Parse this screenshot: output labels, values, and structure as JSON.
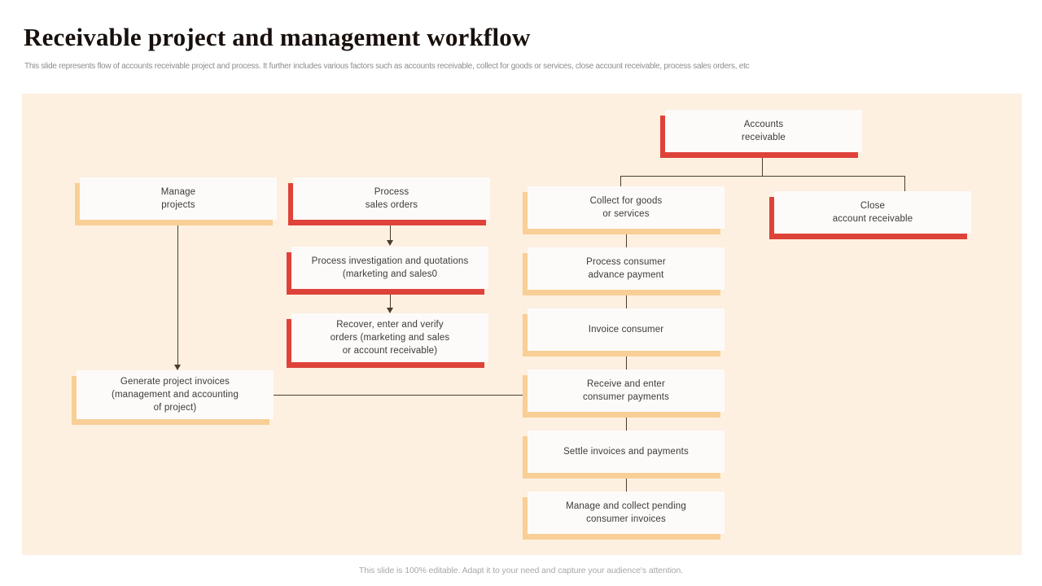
{
  "header": {
    "title": "Receivable project and management workflow",
    "subtitle": "This slide represents flow of accounts receivable project and process. It further includes various factors such as accounts receivable, collect for goods or services, close account receivable, process sales orders, etc"
  },
  "footer": {
    "note": "This slide is 100% editable. Adapt it to your need and capture your audience's attention."
  },
  "colors": {
    "panel_background": "#FDF0E0",
    "card_background": "#FDFBF9",
    "accent_red": "#DE4239",
    "accent_tan": "#F8CF96",
    "connector": "#4A3C30",
    "title_text": "#18100C",
    "body_text": "#3B3B3B",
    "muted_text": "#8D8D8D"
  },
  "nodes": {
    "accounts_receivable": {
      "label": "Accounts\nreceivable",
      "accent": "accent_red"
    },
    "manage_projects": {
      "label": "Manage\nprojects",
      "accent": "accent_tan"
    },
    "process_sales_orders": {
      "label": "Process\nsales orders",
      "accent": "accent_red"
    },
    "process_investigation": {
      "label": "Process investigation  and  quotations\n(marketing  and  sales0",
      "accent": "accent_red"
    },
    "recover_enter_verify": {
      "label": "Recover,  enter  and verify\norders (marketing  and  sales\nor account receivable)",
      "accent": "accent_red"
    },
    "generate_project_invoices": {
      "label": "Generate  project invoices\n(management  and  accounting\nof project)",
      "accent": "accent_tan"
    },
    "collect_for_goods": {
      "label": "Collect for goods\nor services",
      "accent": "accent_tan"
    },
    "close_account_receivable": {
      "label": "Close\naccount receivable",
      "accent": "accent_red"
    },
    "process_consumer_advance": {
      "label": "Process consumer\nadvance  payment",
      "accent": "accent_tan"
    },
    "invoice_consumer": {
      "label": "Invoice  consumer",
      "accent": "accent_tan"
    },
    "receive_and_enter": {
      "label": "Receive  and enter\nconsumer payments",
      "accent": "accent_tan"
    },
    "settle_invoices": {
      "label": "Settle invoices  and  payments",
      "accent": "accent_tan"
    },
    "manage_collect_pending": {
      "label": "Manage and collect pending\nconsumer invoices",
      "accent": "accent_tan"
    }
  }
}
